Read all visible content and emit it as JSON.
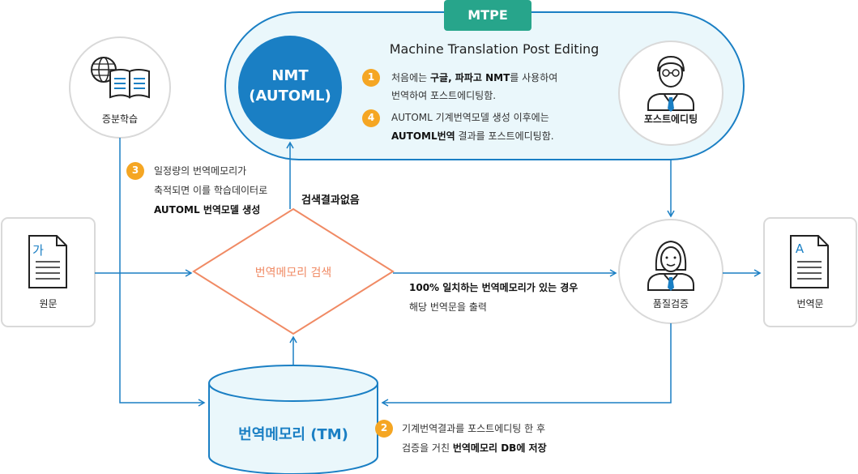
{
  "mtpe": {
    "badge": "MTPE",
    "title": "Machine Translation Post Editing",
    "nmt_line1": "NMT",
    "nmt_line2": "(AUTOML)",
    "step1_num": "1",
    "step1_line1_a": "처음에는 ",
    "step1_line1_b": "구글, 파파고 NMT",
    "step1_line1_c": "를 사용하여",
    "step1_line2": "번역하여 포스트에디팅함.",
    "step4_num": "4",
    "step4_line1": "AUTOML  기계번역모델 생성 이후에는",
    "step4_line2_a": "AUTOML번역",
    "step4_line2_b": " 결과를 포스트에디팅함.",
    "posteditor_label": "포스트에디팅"
  },
  "incremental": {
    "label": "증분학습",
    "step3_num": "3",
    "step3_line1": "일정량의 번역메모리가",
    "step3_line2": "축적되면 이를 학습데이터로",
    "step3_line3": "AUTOML 번역모델 생성"
  },
  "source": {
    "glyph": "가",
    "label": "원문"
  },
  "search": {
    "label": "번역메모리 검색",
    "no_result": "검색결과없음",
    "match_line1": "100% 일치하는 번역메모리가 있는 경우",
    "match_line2": "해당 번역문을 출력"
  },
  "tm": {
    "label": "번역메모리 (TM)",
    "step2_num": "2",
    "step2_line1": "기계번역결과를 포스트에디팅 한 후",
    "step2_line2_a": "검증을 거친 ",
    "step2_line2_b": "번역메모리 DB에 저장"
  },
  "qa": {
    "label": "품질검증"
  },
  "target": {
    "glyph": "A",
    "label": "번역문"
  },
  "colors": {
    "blue": "#1a7fc4",
    "light_blue_bg": "#eaf7fb",
    "orange_step": "#f5a623",
    "diamond": "#f08a64",
    "teal_badge": "#27a58b"
  }
}
